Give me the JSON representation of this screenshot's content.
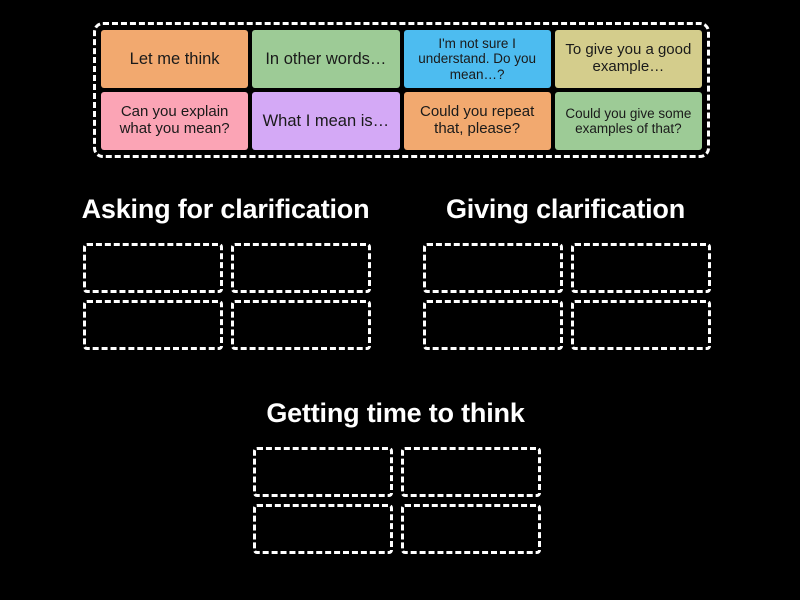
{
  "activity": {
    "type": "group-sort",
    "background_color": "#000000",
    "tile_text_color": "#1a1a1a",
    "outline_color": "#ffffff"
  },
  "tile_bank": {
    "name": "tile-bank",
    "tiles": [
      {
        "label": "Let me think",
        "color": "#f2a96f",
        "size": "lg"
      },
      {
        "label": "In other words…",
        "color": "#9dcb96",
        "size": "lg"
      },
      {
        "label": "I'm not sure I understand. Do you mean…?",
        "color": "#4dbcf0",
        "size": "sm"
      },
      {
        "label": "To give you a good example…",
        "color": "#d4cd8c",
        "size": "md"
      },
      {
        "label": "Can you explain what you mean?",
        "color": "#fba4b5",
        "size": "md"
      },
      {
        "label": "What I mean is…",
        "color": "#d4a9f6",
        "size": "lg"
      },
      {
        "label": "Could you repeat that, please?",
        "color": "#f2a96f",
        "size": "md"
      },
      {
        "label": "Could you give some examples of that?",
        "color": "#9dcb96",
        "size": "sm"
      }
    ]
  },
  "categories": [
    {
      "id": "asking",
      "title": "Asking for clarification",
      "slots": 4
    },
    {
      "id": "giving",
      "title": "Giving clarification",
      "slots": 4
    },
    {
      "id": "thinking",
      "title": "Getting time to think",
      "slots": 4
    }
  ]
}
